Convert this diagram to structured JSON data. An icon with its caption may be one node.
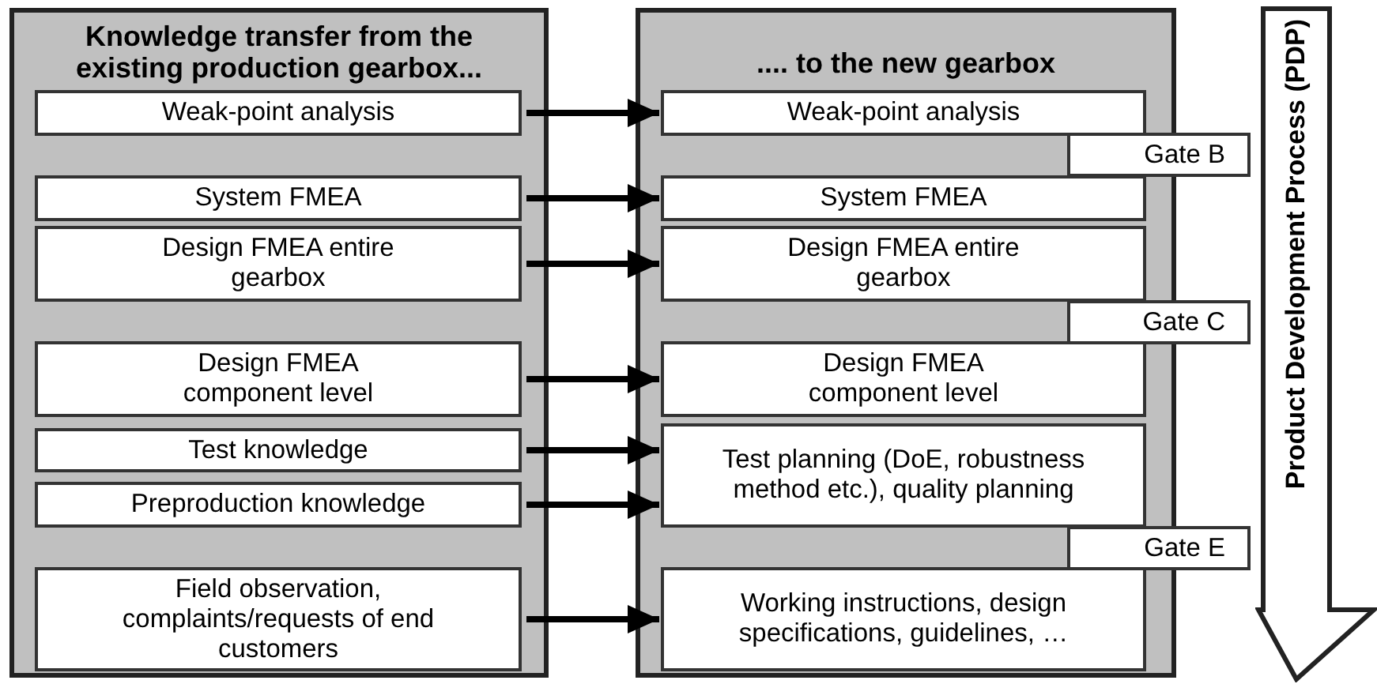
{
  "diagram": {
    "nodes": [
      {
        "text": [
          "Knowledge transfer from the existing production gearbox..."
        ]
      },
      {
        "text": [
          "Weak-point analysis"
        ],
        "in": 0
      },
      {
        "text": [
          "System FMEA"
        ],
        "in": 0
      },
      {
        "text": [
          "Design FMEA entire gearbox"
        ],
        "in": 0
      },
      {
        "text": [
          "Design FMEA component level"
        ],
        "in": 0
      },
      {
        "text": [
          "Test knowledge"
        ],
        "in": 0
      },
      {
        "text": [
          "Preproduction knowledge"
        ],
        "in": 0
      },
      {
        "text": [
          "Field observation, complaints/requests of end customers"
        ],
        "in": 0
      },
      {
        "text": [
          ".... to the new gearbox"
        ]
      },
      {
        "text": [
          "Weak-point analysis"
        ],
        "in": 8
      },
      {
        "text": [
          "System FMEA"
        ],
        "in": 8
      },
      {
        "text": [
          "Design FMEA entire gearbox"
        ],
        "in": 8
      },
      {
        "text": [
          "Design FMEA component level"
        ],
        "in": 8
      },
      {
        "text": [
          "Test planning (DoE, robustness method etc.), quality planning"
        ],
        "in": 8
      },
      {
        "text": [
          "Working instructions, design specifications, guidelines, …"
        ],
        "in": 8
      },
      {
        "text": [
          "Gate B"
        ]
      },
      {
        "text": [
          "Gate C"
        ]
      },
      {
        "text": [
          "Gate E"
        ]
      },
      {
        "text": [
          "Product Development Process (PDP)"
        ]
      }
    ],
    "edges": [
      {
        "from": 1,
        "to": 9,
        "arrow": "to"
      },
      {
        "from": 2,
        "to": 10,
        "arrow": "to"
      },
      {
        "from": 3,
        "to": 11,
        "arrow": "to"
      },
      {
        "from": 4,
        "to": 12,
        "arrow": "to"
      },
      {
        "from": 5,
        "to": 13,
        "arrow": "to"
      },
      {
        "from": 6,
        "to": 13,
        "arrow": "to"
      },
      {
        "from": 7,
        "to": 14,
        "arrow": "to"
      }
    ]
  }
}
